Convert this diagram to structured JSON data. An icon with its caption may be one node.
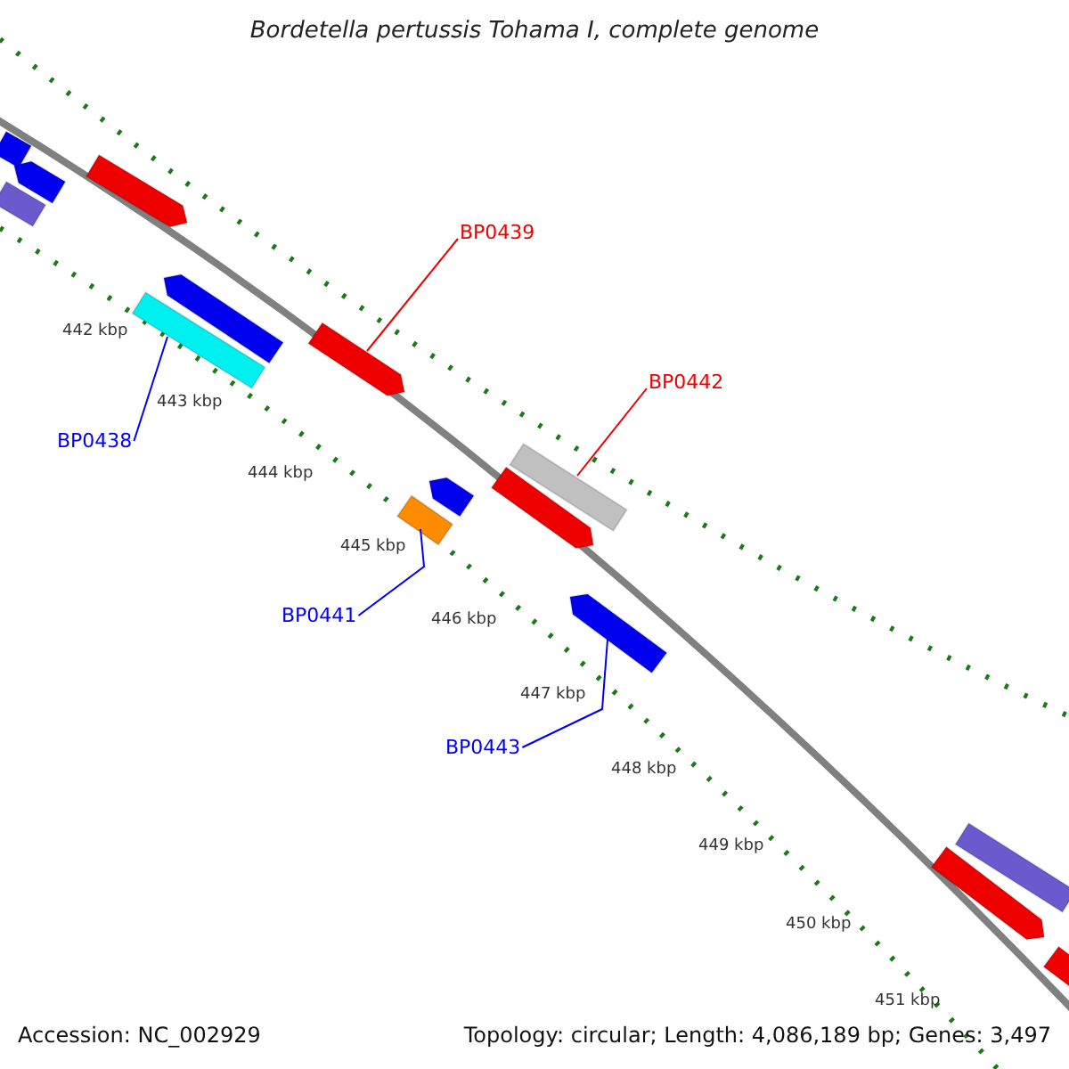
{
  "diagram": {
    "title": "Bordetella pertussis Tohama I, complete genome",
    "nodes": [
      {
        "text": [
          "BP0439"
        ]
      },
      {
        "text": [],
        "shape": "arrow"
      },
      {
        "text": [
          "BP0442"
        ]
      },
      {
        "text": [],
        "shape": "bar"
      },
      {
        "text": [
          "BP0438"
        ]
      },
      {
        "text": [],
        "shape": "bar"
      },
      {
        "text": [
          "BP0441"
        ]
      },
      {
        "text": [],
        "shape": "bar"
      },
      {
        "text": [
          "BP0443"
        ]
      },
      {
        "text": [],
        "shape": "arrow"
      },
      {
        "text": [],
        "shape": "bar"
      },
      {
        "text": [],
        "shape": "arrow"
      },
      {
        "text": [],
        "shape": "bar"
      },
      {
        "text": [],
        "shape": "arrow"
      },
      {
        "text": [],
        "shape": "arrow"
      },
      {
        "text": [],
        "shape": "arrow"
      },
      {
        "text": [],
        "shape": "arrow"
      },
      {
        "text": [],
        "shape": "bar"
      },
      {
        "text": [],
        "shape": "arrow"
      },
      {
        "text": [],
        "shape": "bar"
      }
    ],
    "edges": [
      {
        "from": 0,
        "to": 1,
        "arrow": "none",
        "color": "#ee0000"
      },
      {
        "from": 2,
        "to": 3,
        "arrow": "none",
        "color": "#ee0000"
      },
      {
        "from": 4,
        "to": 5,
        "arrow": "none"
      },
      {
        "from": 6,
        "to": 7,
        "arrow": "none"
      },
      {
        "from": 8,
        "to": 9,
        "arrow": "none"
      }
    ],
    "labels": [
      "442 kbp",
      "443 kbp",
      "444 kbp",
      "445 kbp",
      "446 kbp",
      "447 kbp",
      "448 kbp",
      "449 kbp",
      "450 kbp",
      "451 kbp",
      "Accession: NC_002929",
      "Topology: circular; Length: 4,086,189 bp; Genes: 3,497"
    ]
  }
}
